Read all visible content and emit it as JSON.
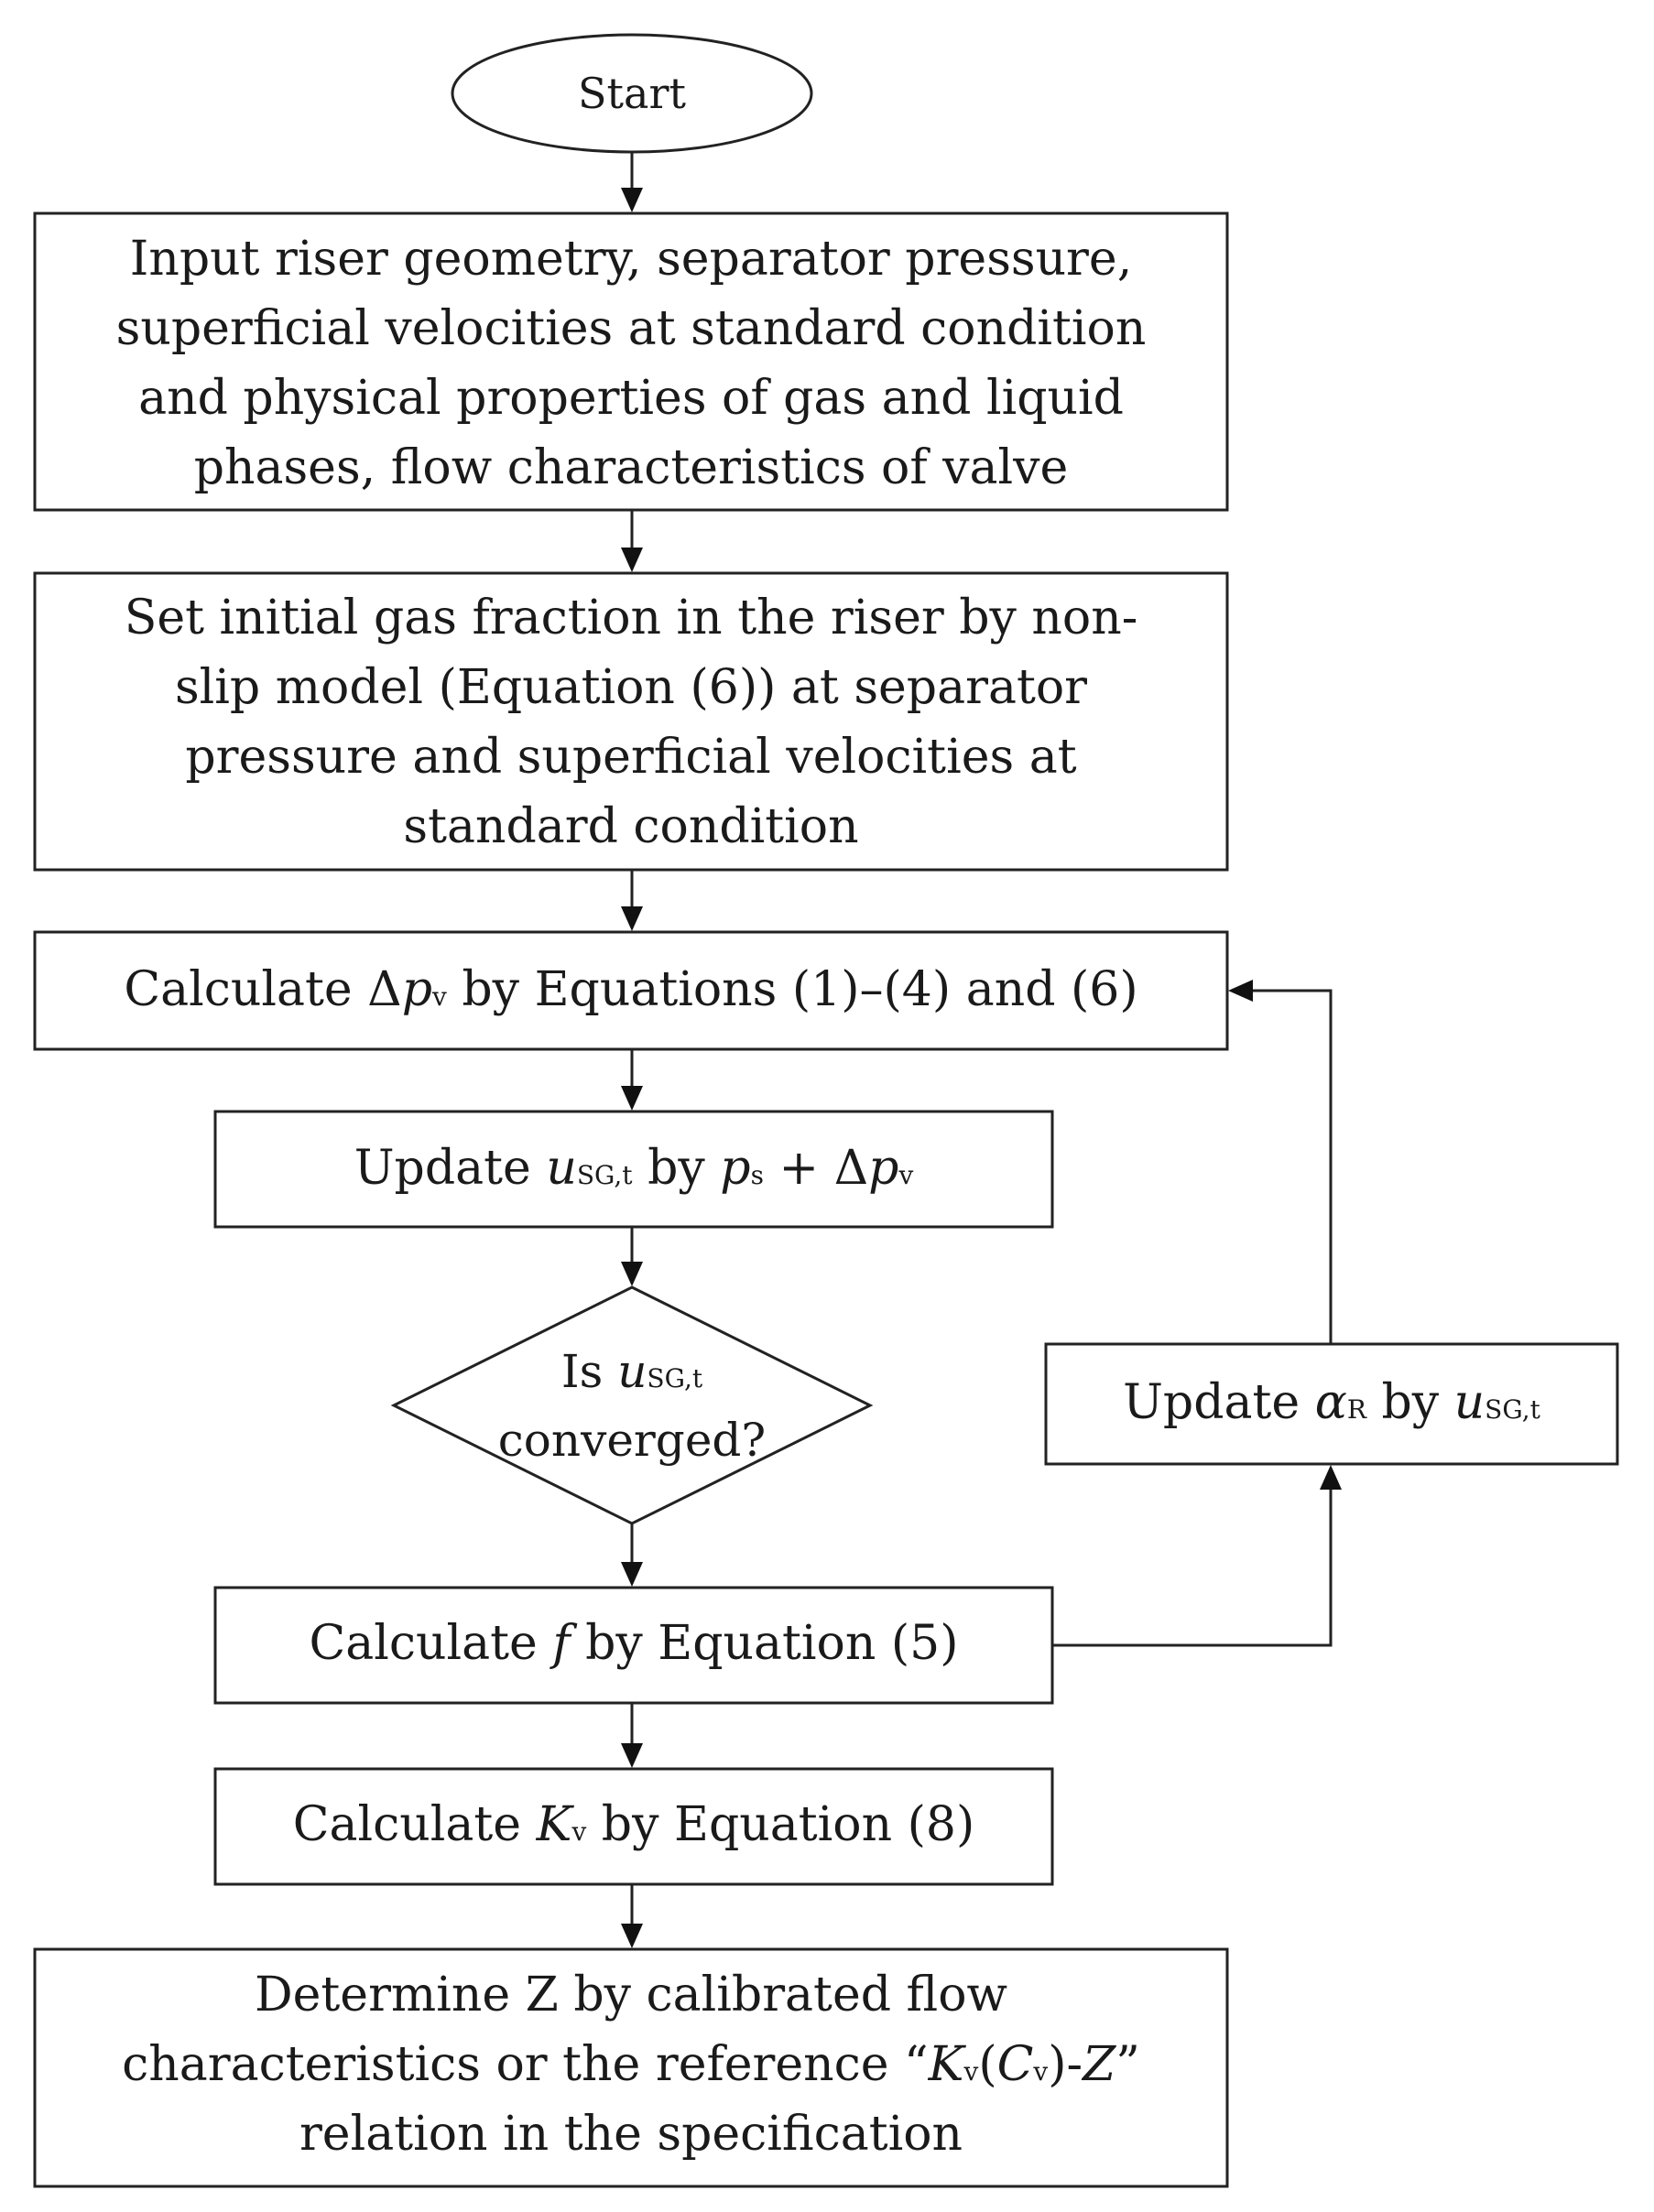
{
  "start": {
    "label": "Start"
  },
  "input_box": {
    "lines": [
      "Input riser geometry, separator pressure,",
      "superficial velocities at standard condition",
      "and physical properties of gas and liquid",
      "phases, flow characteristics of valve"
    ]
  },
  "init_box": {
    "lines": [
      "Set initial gas fraction in the riser by non-",
      "slip model (Equation (6)) at separator",
      "pressure and superficial velocities at",
      "standard condition"
    ]
  },
  "calc_dp": {
    "pre": "Calculate Δ",
    "var": "p",
    "sub": "v",
    "post": " by Equations (1)–(4) and (6)"
  },
  "update_usg": {
    "pre": "Update ",
    "var1": "u",
    "sub1": "SG,t",
    "mid": " by ",
    "var2": "p",
    "sub2": "s",
    "mid2": " + Δ",
    "var3": "p",
    "sub3": "v"
  },
  "decision": {
    "pre": "Is ",
    "var": "u",
    "sub": "SG,t",
    "line2": "converged?"
  },
  "update_alpha": {
    "pre": "Update ",
    "var1": "α",
    "sub1": "R",
    "mid": " by ",
    "var2": "u",
    "sub2": "SG,t"
  },
  "calc_f": {
    "pre": "Calculate ",
    "var": "f",
    "post": " by Equation (5)"
  },
  "calc_kv": {
    "pre": "Calculate ",
    "var": "K",
    "sub": "v",
    "post": " by Equation (8)"
  },
  "determine_box": {
    "line1": "Determine Z by calibrated flow",
    "line2_pre": "characteristics or the reference “",
    "line2_k": "K",
    "line2_ksub": "v",
    "line2_paren1": "(",
    "line2_c": "C",
    "line2_csub": "v",
    "line2_paren2": ")-",
    "line2_z": "Z",
    "line2_post": "”",
    "line3": "relation in the specification"
  }
}
